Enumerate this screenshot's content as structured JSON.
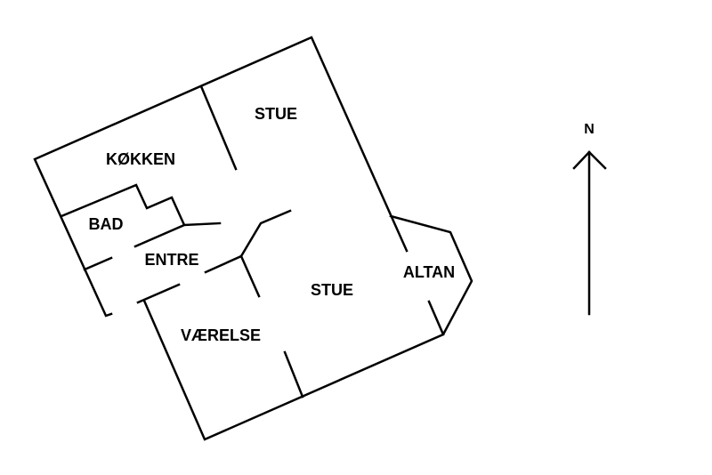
{
  "rooms": {
    "stue_top": "STUE",
    "kokken": "KØKKEN",
    "bad": "BAD",
    "entre": "ENTRE",
    "stue_main": "STUE",
    "altan": "ALTAN",
    "vaerelse": "VÆRELSE"
  },
  "compass": {
    "label": "N",
    "icon": "north-arrow-icon"
  },
  "colors": {
    "line": "#000000",
    "background": "#ffffff"
  }
}
